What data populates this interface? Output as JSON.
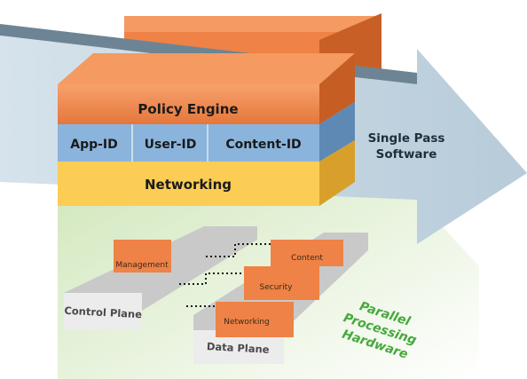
{
  "arrow": {
    "line1": "Single Pass",
    "line2": "Software"
  },
  "layers": {
    "policy": "Policy Engine",
    "app_id": "App-ID",
    "user_id": "User-ID",
    "content_id": "Content-ID",
    "networking": "Networking"
  },
  "hardware": {
    "management": "Management",
    "content": "Content",
    "security": "Security",
    "networking": "Networking",
    "control_plane": "Control Plane",
    "data_plane": "Data Plane",
    "parallel_1": "Parallel",
    "parallel_2": "Processing",
    "parallel_3": "Hardware"
  },
  "colors": {
    "orange": "#f28a4f",
    "blue": "#8ab4dc",
    "yellow": "#fbcd55",
    "green": "#d8ebc3",
    "arrow": "#c7d8e4",
    "text_green": "#46a83c"
  }
}
